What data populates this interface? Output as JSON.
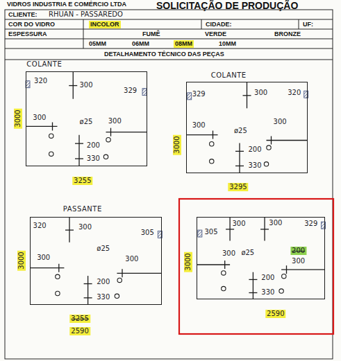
{
  "diagram": {
    "nodes": [
      {
        "text": [
          "COLANTE",
          "320",
          "300",
          "329",
          "ø25",
          "300",
          "300",
          "200",
          "330",
          "3255",
          "3000"
        ]
      },
      {
        "text": [
          "COLANTE",
          "329",
          "300",
          "320",
          "ø25",
          "300",
          "300",
          "200",
          "330",
          "3295",
          "3000"
        ]
      },
      {
        "text": [
          "PASSANTE",
          "320",
          "300",
          "305",
          "ø25",
          "300",
          "300",
          "200",
          "330",
          "3255",
          "2590",
          "3000"
        ]
      },
      {
        "text": [
          "305",
          "300",
          "300",
          "329",
          "ø25",
          "300",
          "200",
          "300",
          "200",
          "330",
          "2590",
          "3000"
        ]
      }
    ],
    "labels": [
      "VIDROS INDUSTRIA E COMÉRCIO LTDA",
      "SOLICITAÇÃO DE PRODUÇÃO",
      "CLIENTE:",
      "RHUAN - PASSAREDO",
      "COR DO VIDRO",
      "INCOLOR",
      "CIDADE:",
      "UF:",
      "ESPESSURA",
      "FUMÊ",
      "VERDE",
      "BRONZE",
      "05MM",
      "06MM",
      "08MM",
      "10MM",
      "DETALHAMENTO TÉCNICO DAS PEÇAS"
    ]
  }
}
